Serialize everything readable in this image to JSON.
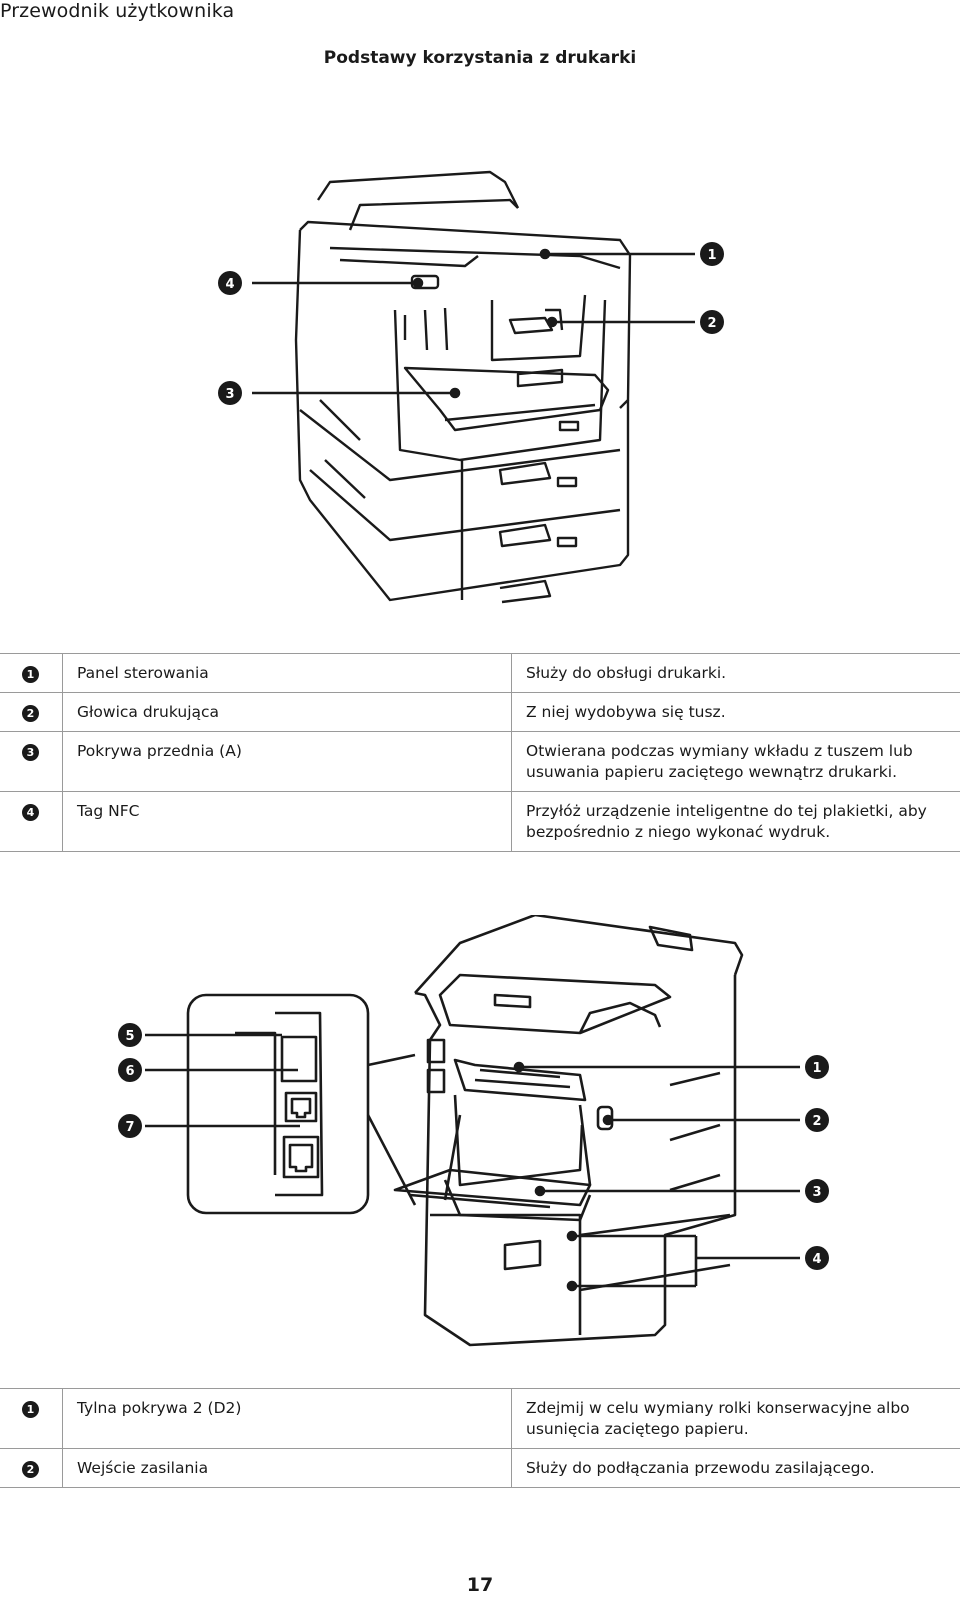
{
  "header": {
    "text": "Przewodnik użytkownika"
  },
  "title": "Podstawy korzystania z drukarki",
  "figure1": {
    "callouts": [
      "1",
      "2",
      "3",
      "4"
    ]
  },
  "table1": [
    {
      "num": "1",
      "name": "Panel sterowania",
      "desc": "Służy do obsługi drukarki."
    },
    {
      "num": "2",
      "name": "Głowica drukująca",
      "desc": "Z niej wydobywa się tusz."
    },
    {
      "num": "3",
      "name": "Pokrywa przednia (A)",
      "desc": "Otwierana podczas wymiany wkładu z tuszem lub usuwania papieru zaciętego wewnątrz drukarki."
    },
    {
      "num": "4",
      "name": "Tag NFC",
      "desc": "Przyłóż urządzenie inteligentne do tej plakietki, aby bezpośrednio z niego wykonać wydruk."
    }
  ],
  "figure2": {
    "callouts": [
      "1",
      "2",
      "3",
      "4",
      "5",
      "6",
      "7"
    ]
  },
  "table2": [
    {
      "num": "1",
      "name": "Tylna pokrywa 2 (D2)",
      "desc": "Zdejmij w celu wymiany rolki konserwacyjne albo usunięcia zaciętego papieru."
    },
    {
      "num": "2",
      "name": "Wejście zasilania",
      "desc": "Służy do podłączania przewodu zasilającego."
    }
  ],
  "page_number": "17"
}
